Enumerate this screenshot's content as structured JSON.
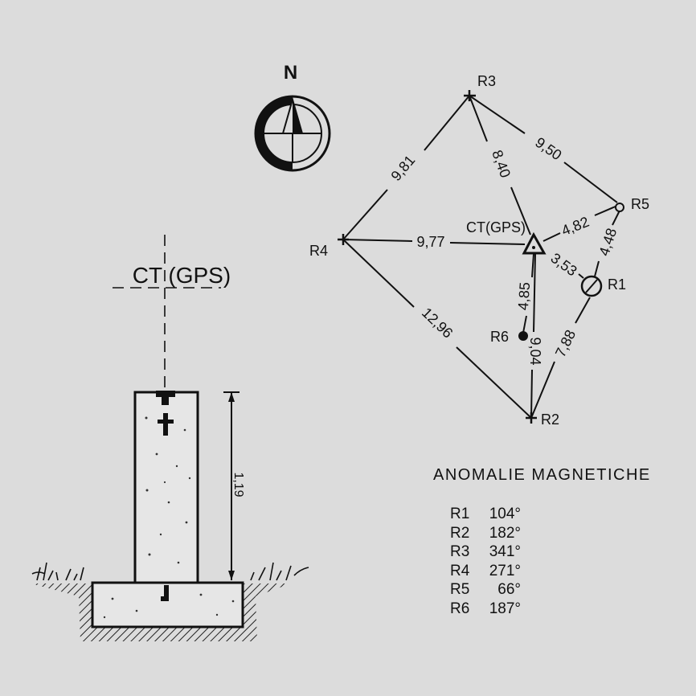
{
  "compass": {
    "north_label": "N"
  },
  "monument": {
    "label": "CT (GPS)",
    "height_label": "1,19"
  },
  "network": {
    "points": {
      "R3": "R3",
      "R4": "R4",
      "R5": "R5",
      "R1": "R1",
      "R2": "R2",
      "R6": "R6",
      "CT": "CT(GPS)"
    },
    "distances": {
      "R4_R3": "9,81",
      "R3_R5": "9,50",
      "R3_CT": "8,40",
      "R4_CT": "9,77",
      "CT_R5": "4,82",
      "R5_R1": "4,48",
      "CT_R1": "3,53",
      "CT_R6": "4,85",
      "R4_R2": "12,96",
      "CT_R2": "9,04",
      "R1_R2": "7,88"
    }
  },
  "anomalies": {
    "title": "ANOMALIE MAGNETICHE",
    "rows": [
      {
        "id": "R1",
        "value": "104°"
      },
      {
        "id": "R2",
        "value": "182°"
      },
      {
        "id": "R3",
        "value": "341°"
      },
      {
        "id": "R4",
        "value": "271°"
      },
      {
        "id": "R5",
        "value": "66°"
      },
      {
        "id": "R6",
        "value": "187°"
      }
    ]
  }
}
